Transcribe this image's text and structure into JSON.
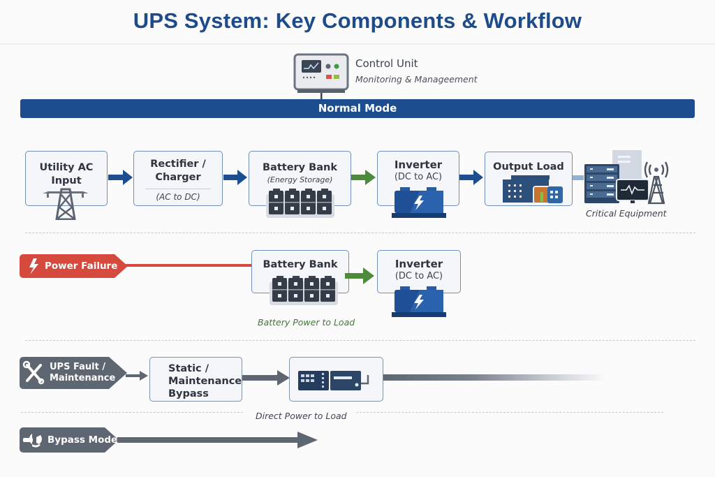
{
  "title": "UPS System: Key Components & Workflow",
  "control_unit": {
    "title": "Control Unit",
    "subtitle": "Monitoring & Manageement"
  },
  "normal_mode": {
    "label": "Normal Mode",
    "utility": {
      "title": "Utility AC Input"
    },
    "rectifier": {
      "title": "Rectifier / Charger",
      "subtitle": "(AC to DC)"
    },
    "battery": {
      "title": "Battery Bank",
      "subtitle": "(Energy Storage)"
    },
    "inverter": {
      "title": "Inverter",
      "subtitle": "(DC to AC)"
    },
    "output": {
      "title": "Output Load"
    },
    "equipment_label": "Critical Equipment"
  },
  "power_failure": {
    "label": "Power Failure",
    "battery": {
      "title": "Battery Bank"
    },
    "inverter": {
      "title": "Inverter",
      "subtitle": "(DC to AC)"
    },
    "caption": "Battery Power to Load"
  },
  "fault": {
    "label": "UPS Fault / Maintenance",
    "bypass_box": "Static / Maintenance Bypass",
    "caption": "Direct Power to Load"
  },
  "bypass_mode": {
    "label": "Bypass Mode"
  },
  "colors": {
    "blue": "#1c4d8f",
    "green": "#4d8a3c",
    "red": "#d64a3e",
    "gray": "#5e6671"
  }
}
